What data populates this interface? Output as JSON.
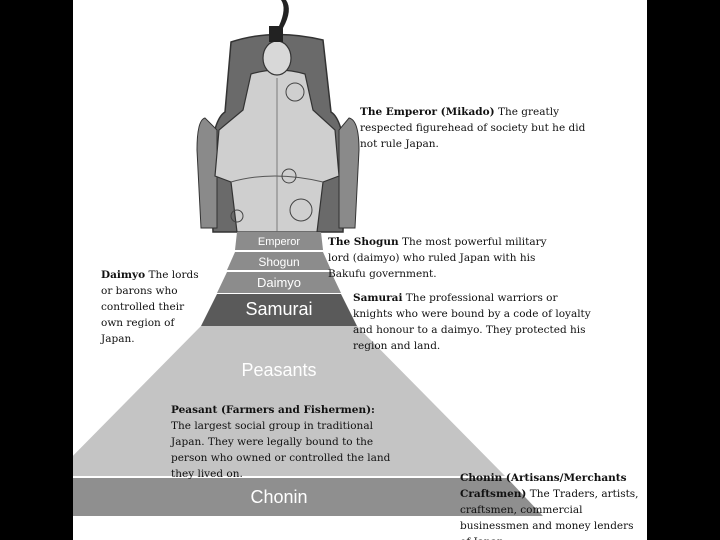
{
  "pyramid": {
    "tiers": [
      {
        "label": "Emperor"
      },
      {
        "label": "Shogun"
      },
      {
        "label": "Daimyo"
      },
      {
        "label": "Samurai"
      },
      {
        "label": "Peasants"
      },
      {
        "label": "Chonin"
      }
    ]
  },
  "notes": {
    "emperor": {
      "title": "The Emperor (Mikado)",
      "body": " The greatly respected figurehead of society but he did not rule Japan."
    },
    "shogun": {
      "title": "The Shogun",
      "body": " The most powerful military lord (daimyo) who ruled Japan with his Bakufu government."
    },
    "daimyo": {
      "title": "Daimyo",
      "body": " The lords or barons who controlled their own region of Japan."
    },
    "samurai": {
      "title": "Samurai",
      "body": " The professional warriors or knights who were bound by a code of loyalty and honour to a daimyo. They protected his region and land."
    },
    "peasant": {
      "title": "Peasant (Farmers and Fishermen):",
      "body": " The largest social group in traditional Japan. They were legally bound to the person who owned or controlled the land they lived on."
    },
    "chonin": {
      "title": "Chonin (Artisans/Merchants Craftsmen)",
      "body": " The Traders, artists, craftsmen, commercial businessmen and money lenders of Japan."
    }
  },
  "colors": {
    "top_tiers": "#8c8c8c",
    "samurai": "#5a5a5a",
    "peasants": "#c4c4c4",
    "chonin": "#8f8f8f",
    "background_side": "#000000",
    "slide": "#ffffff"
  }
}
